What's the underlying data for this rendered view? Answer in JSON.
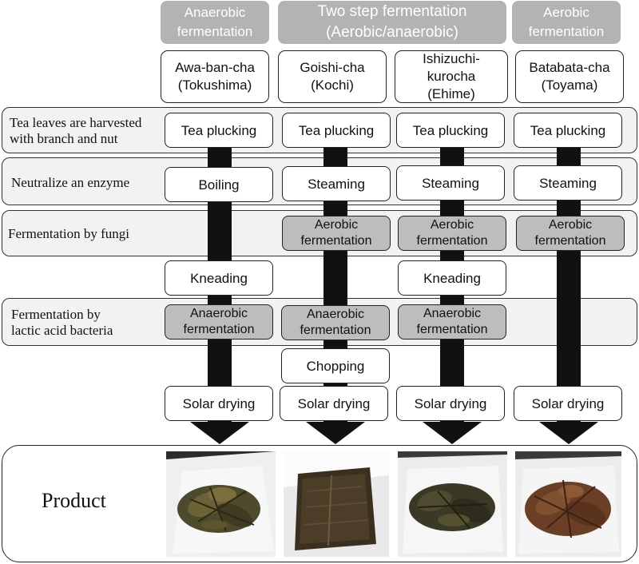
{
  "headers": [
    {
      "text": "Anaerobic\nfermentation"
    },
    {
      "text": "Two step fermentation\n(Aerobic/anaerobic)"
    },
    {
      "text": "Aerobic\nfermentation"
    }
  ],
  "teas": [
    {
      "name": "Awa-ban-cha\n(Tokushima)"
    },
    {
      "name": "Goishi-cha\n(Kochi)"
    },
    {
      "name": "Ishizuchi-\nkurocha\n(Ehime)"
    },
    {
      "name": "Batabata-cha\n(Toyama)"
    }
  ],
  "row_labels": {
    "harvest": "Tea leaves are harvested\nwith branch and nut",
    "enzyme": "Neutralize an enzyme",
    "fungi": "Fermentation  by fungi",
    "lactic": "Fermentation by\nlactic acid bacteria"
  },
  "steps": {
    "tea_plucking": "Tea plucking",
    "boiling": "Boiling",
    "steaming": "Steaming",
    "aerobic": "Aerobic\nfermentation",
    "kneading": "Kneading",
    "anaerobic": "Anaerobic\nfermentation",
    "chopping": "Chopping",
    "solar_drying": "Solar drying"
  },
  "product_label": "Product",
  "colors": {
    "header_bg": "#b3b3b3",
    "band_bg": "#f2f2f2",
    "grey_step": "#bdbdbd",
    "arrow": "#111111"
  }
}
